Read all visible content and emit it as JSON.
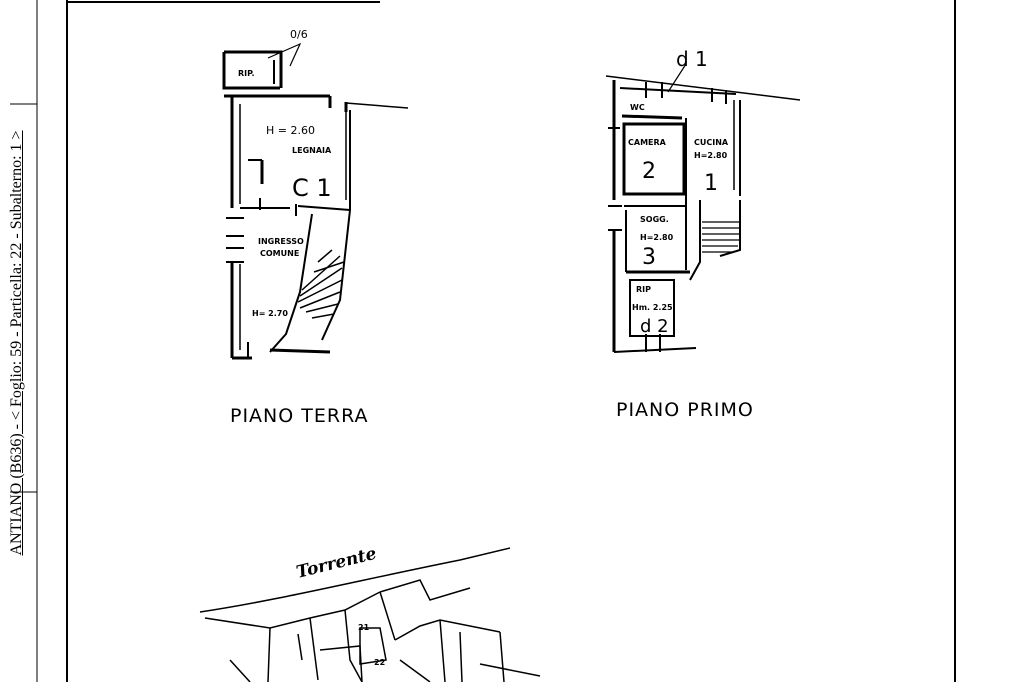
{
  "side_caption": "ANTIANO (B636) - < Foglio: 59 - Particella: 22 - Subalterno: 1 >",
  "ground_floor": {
    "title": "PIANO TERRA",
    "room_rip": "RIP.",
    "mark_ob": "0/6",
    "height_top": "H = 2.60",
    "legnaia": "LEGNAIA",
    "c1": "C 1",
    "ingresso_line1": "INGRESSO",
    "ingresso_line2": "COMUNE",
    "height_bottom": "H= 2.70"
  },
  "first_floor": {
    "title": "PIANO PRIMO",
    "mark_d1": "d 1",
    "wc": "WC",
    "camera": "CAMERA",
    "cucina": "CUCINA",
    "height_cucina": "H=2.80",
    "num_2": "2",
    "num_1": "1",
    "soggiorno": "SOGG.",
    "height_sogg": "H=2.80",
    "num_3": "3",
    "rip": "RIP",
    "height_rip": "Hm. 2.25",
    "mark_d2": "d 2"
  },
  "map": {
    "river": "Torrente",
    "parcel_21": "21",
    "parcel_22": "22"
  }
}
